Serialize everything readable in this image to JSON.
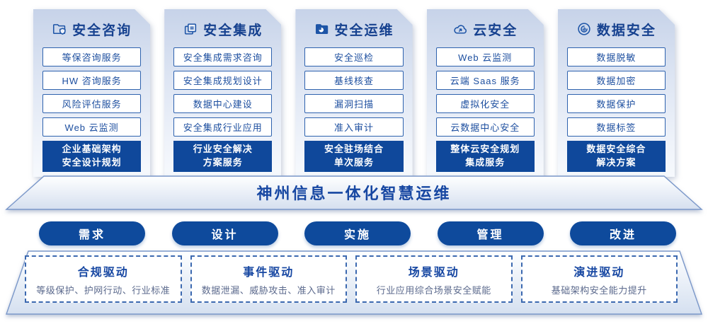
{
  "colors": {
    "primary_dark_blue": "#0e4a9c",
    "header_text_blue": "#16418f",
    "item_text_blue": "#1c4e9f",
    "border_blue": "#2e62ae",
    "driver_desc_gray_blue": "#5c6a8d"
  },
  "columns": [
    {
      "title": "安全咨询",
      "icon": "folder-shield-icon",
      "items": [
        "等保咨询服务",
        "HW 咨询服务",
        "风险评估服务",
        "Web 云监测"
      ],
      "footer": [
        "企业基础架构",
        "安全设计规划"
      ]
    },
    {
      "title": "安全集成",
      "icon": "copy-documents-icon",
      "items": [
        "安全集成需求咨询",
        "安全集成规划设计",
        "数据中心建设",
        "安全集成行业应用"
      ],
      "footer": [
        "行业安全解决",
        "方案服务"
      ]
    },
    {
      "title": "安全运维",
      "icon": "folder-pie-icon",
      "items": [
        "安全巡检",
        "基线核查",
        "漏洞扫描",
        "准入审计"
      ],
      "footer": [
        "安全驻场结合",
        "单次服务"
      ]
    },
    {
      "title": "云安全",
      "icon": "cloud-icon",
      "items": [
        "Web 云监测",
        "云端 Saas 服务",
        "虚拟化安全",
        "云数据中心安全"
      ],
      "footer": [
        "整体云安全规划",
        "集成服务"
      ]
    },
    {
      "title": "数据安全",
      "icon": "fingerprint-circle-icon",
      "items": [
        "数据脱敏",
        "数据加密",
        "数据保护",
        "数据标签"
      ],
      "footer": [
        "数据安全综合",
        "解决方案"
      ]
    }
  ],
  "banner": {
    "title": "神州信息一体化智慧运维"
  },
  "pills": [
    "需求",
    "设计",
    "实施",
    "管理",
    "改进"
  ],
  "drivers": [
    {
      "title": "合规驱动",
      "desc": "等级保护、护网行动、行业标准"
    },
    {
      "title": "事件驱动",
      "desc": "数据泄漏、威胁攻击、准入审计"
    },
    {
      "title": "场景驱动",
      "desc": "行业应用综合场景安全赋能"
    },
    {
      "title": "演进驱动",
      "desc": "基础架构安全能力提升"
    }
  ]
}
